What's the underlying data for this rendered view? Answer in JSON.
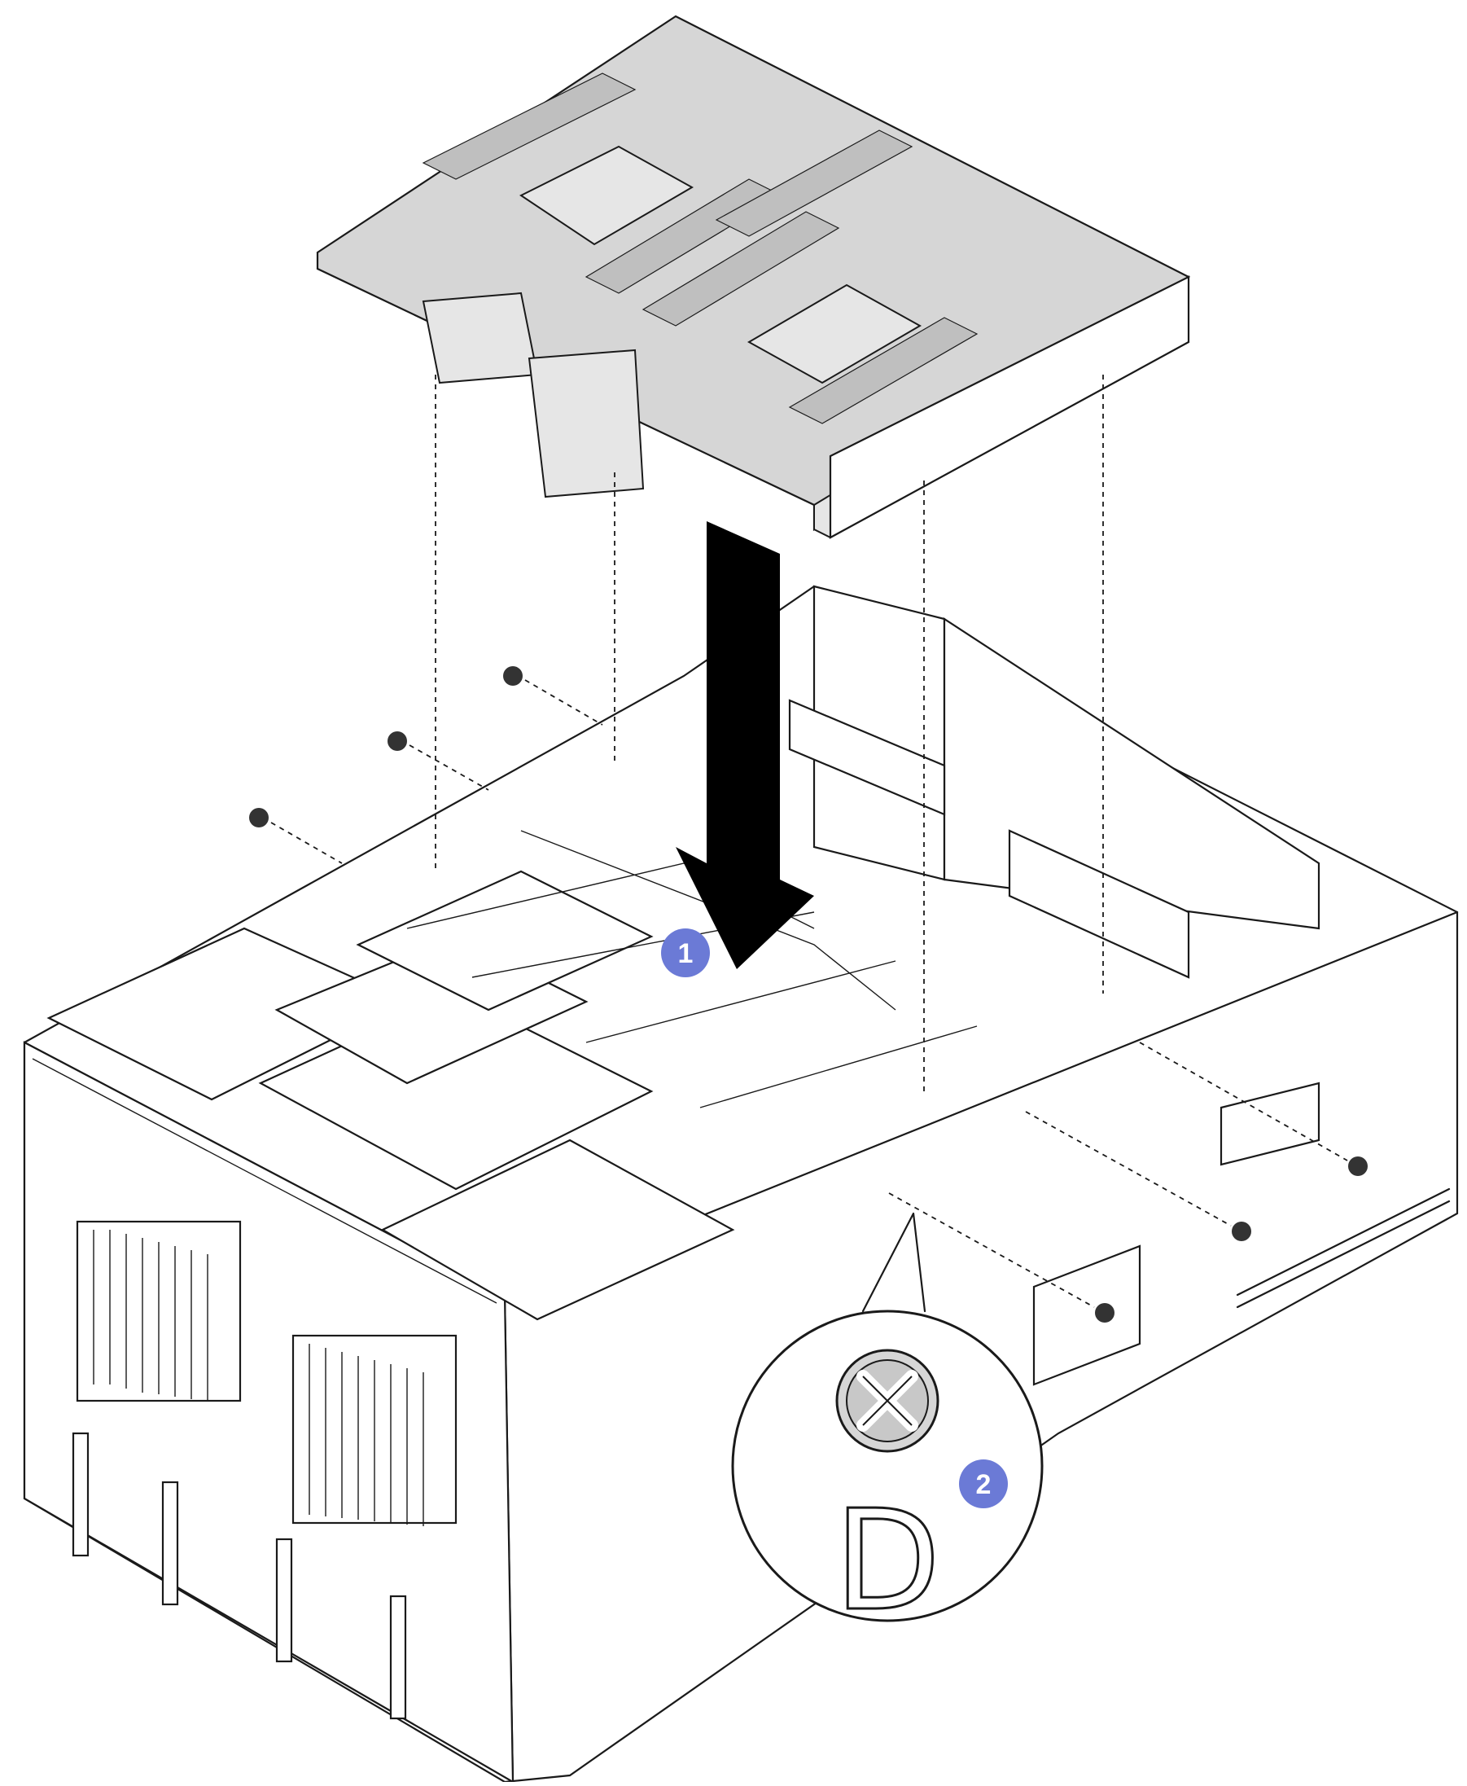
{
  "callouts": [
    {
      "number": "1",
      "color": "#6b7ad6"
    },
    {
      "number": "2",
      "color": "#6b7ad6"
    }
  ],
  "magnifier": {
    "letter": "D"
  },
  "colors": {
    "outline": "#1a1a1a",
    "board_fill": "#d6d6d6",
    "callout": "#6b7ad6",
    "arrow": "#000000"
  }
}
